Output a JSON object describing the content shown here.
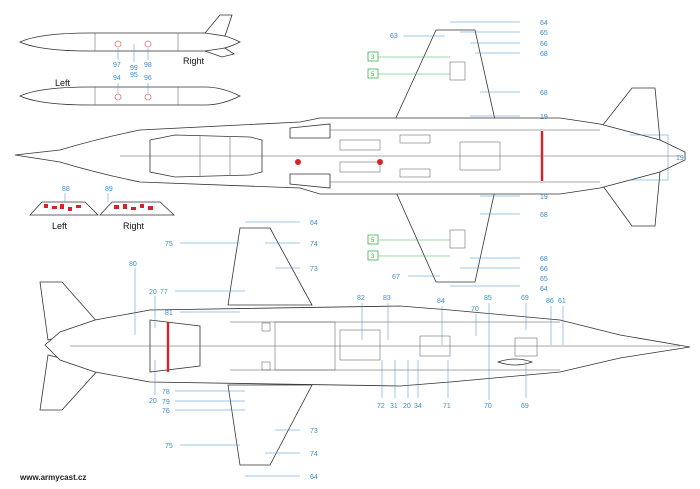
{
  "tanks": {
    "right_word": "Right",
    "left_word": "Left",
    "right_labels": [
      "97",
      "99",
      "98"
    ],
    "left_labels": [
      "94",
      "95",
      "96"
    ]
  },
  "pylons": {
    "left_word": "Left",
    "right_word": "Right",
    "left_label": "88",
    "right_label": "89"
  },
  "top_view": {
    "labels": [
      "64",
      "63",
      "65",
      "66",
      "68",
      "68",
      "19",
      "19",
      "19",
      "68",
      "68",
      "66",
      "65",
      "67",
      "64"
    ],
    "green_labels": [
      "3",
      "5",
      "5",
      "3"
    ]
  },
  "bottom_view": {
    "labels": [
      "64",
      "75",
      "74",
      "73",
      "77",
      "81",
      "80",
      "20",
      "20",
      "78",
      "79",
      "76",
      "75",
      "74",
      "73",
      "64",
      "82",
      "83",
      "84",
      "85",
      "70",
      "69",
      "86",
      "61",
      "72",
      "31",
      "20",
      "34",
      "71",
      "70",
      "69"
    ]
  },
  "watermark": "www.armycast.cz",
  "colors": {
    "callout": "#3a8fd0",
    "stencil_green": "#39b54a",
    "band_red": "#d8232a",
    "outline": "#333333"
  }
}
